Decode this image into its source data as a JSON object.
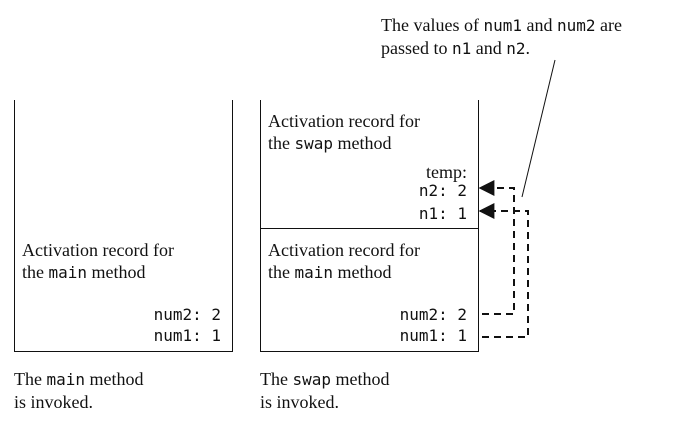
{
  "annotation": {
    "pre": "The values of ",
    "a": "num1",
    "mid": " and ",
    "b": "num2",
    "post": " are",
    "line2_pre": "passed to ",
    "c": "n1",
    "line2_mid": " and ",
    "d": "n2",
    "line2_post": "."
  },
  "left_stack": {
    "record_label_line1": "Activation record for",
    "record_label_pre": "the ",
    "record_label_code": "main",
    "record_label_post": " method",
    "num2": "num2: 2",
    "num1": "num1: 1",
    "caption_pre": "The ",
    "caption_code": "main",
    "caption_post": " method",
    "caption_line2": "is invoked."
  },
  "right_stack": {
    "swap_label_line1": "Activation record for",
    "swap_label_pre": "the ",
    "swap_label_code": "swap",
    "swap_label_post": " method",
    "temp": "temp:",
    "n2": "n2: 2",
    "n1": "n1: 1",
    "main_label_line1": "Activation record for",
    "main_label_pre": "the ",
    "main_label_code": "main",
    "main_label_post": " method",
    "num2": "num2: 2",
    "num1": "num1: 1",
    "caption_pre": "The ",
    "caption_code": "swap",
    "caption_post": " method",
    "caption_line2": "is invoked."
  }
}
